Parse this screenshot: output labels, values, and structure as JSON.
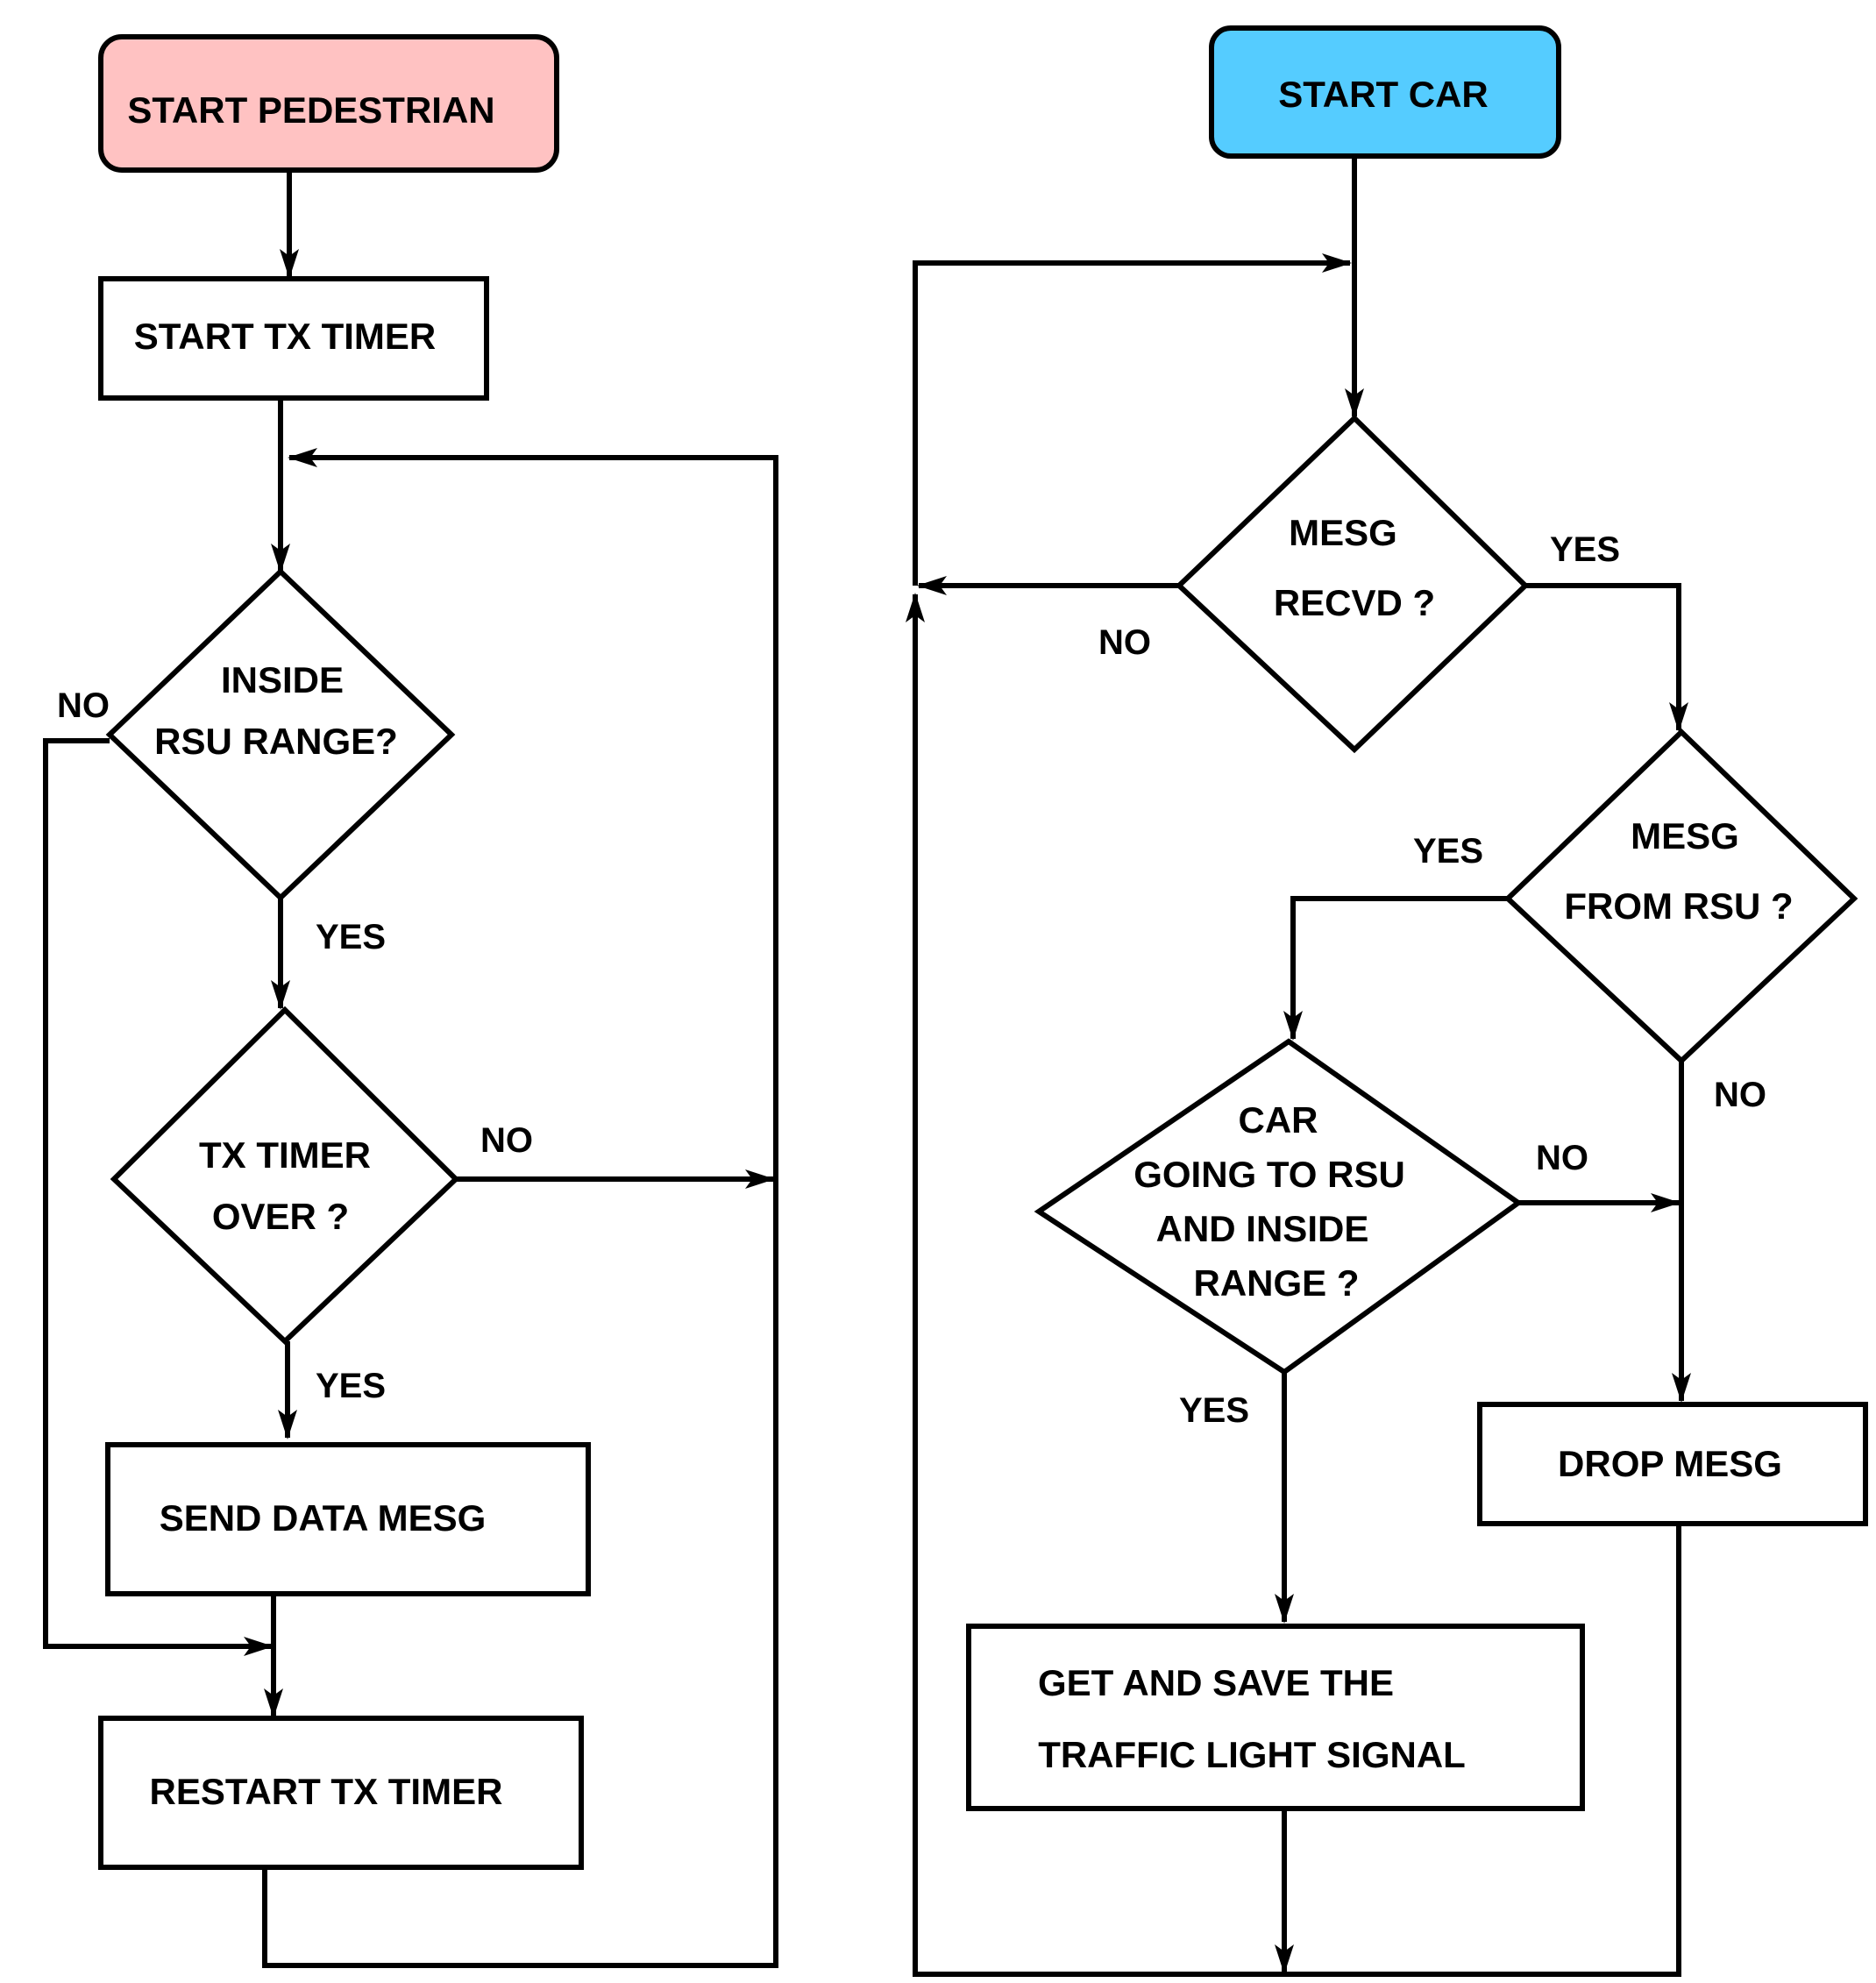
{
  "pedestrian": {
    "start": "START PEDESTRIAN",
    "start_tx_timer": "START TX TIMER",
    "inside_range_line1": "INSIDE",
    "inside_range_line2": "RSU RANGE?",
    "tx_timer_line1": "TX TIMER",
    "tx_timer_line2": "OVER ?",
    "send_data": "SEND DATA MESG",
    "restart_timer": "RESTART TX TIMER",
    "label_no_range": "NO",
    "label_yes_range": "YES",
    "label_no_timer": "NO",
    "label_yes_timer": "YES"
  },
  "car": {
    "start": "START CAR",
    "mesg_recvd_line1": "MESG",
    "mesg_recvd_line2": "RECVD ?",
    "from_rsu_line1": "MESG",
    "from_rsu_line2": "FROM RSU ?",
    "going_line1": "CAR",
    "going_line2": "GOING TO RSU",
    "going_line3": "AND INSIDE",
    "going_line4": "RANGE ?",
    "drop_mesg": "DROP MESG",
    "get_save_line1": "GET AND SAVE THE",
    "get_save_line2": "TRAFFIC LIGHT SIGNAL",
    "label_yes_recvd": "YES",
    "label_no_recvd": "NO",
    "label_yes_rsu": "YES",
    "label_no_rsu": "NO",
    "label_no_going": "NO",
    "label_yes_going": "YES"
  },
  "colors": {
    "pedestrian_start_fill": "#ffc2c2",
    "car_start_fill": "#55ccff"
  }
}
